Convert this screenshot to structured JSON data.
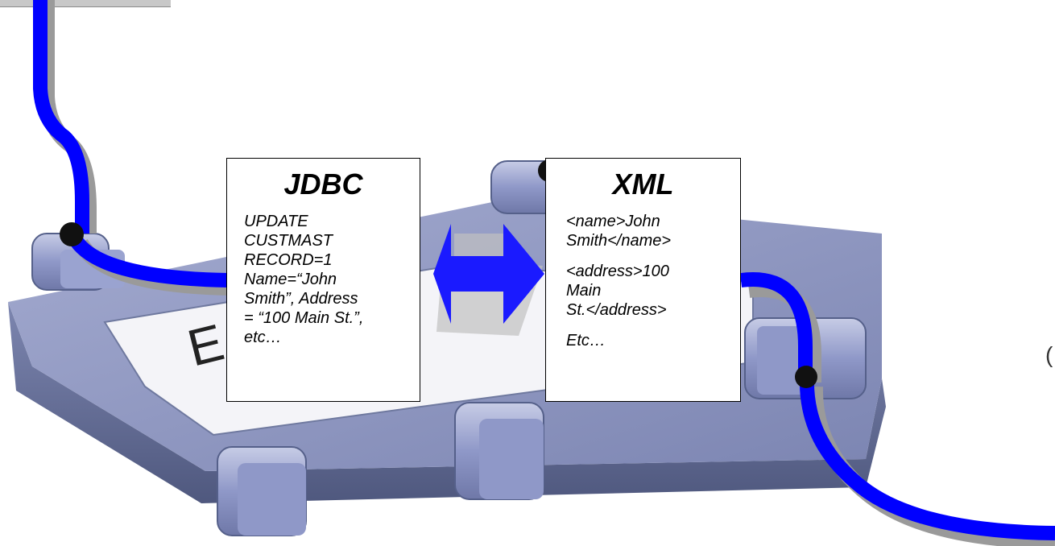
{
  "colors": {
    "cable": "#0000ff",
    "cable_shadow": "#9a9a9a",
    "board_top": "#8a93bd",
    "board_side": "#6f799f",
    "board_dark": "#4e577d",
    "pad": "#8f98c8",
    "arrow": "#1a1aff"
  },
  "jdbc": {
    "title": "JDBC",
    "body": "UPDATE\nCUSTMAST\nRECORD=1\nName=“John\nSmith”, Address\n= “100 Main St.”,\netc…"
  },
  "xml": {
    "title": "XML",
    "line1": "<name>John\nSmith</name>",
    "line2": "<address>100\nMain\nSt.</address>",
    "line3": "Etc…"
  },
  "edge_fragment": "("
}
